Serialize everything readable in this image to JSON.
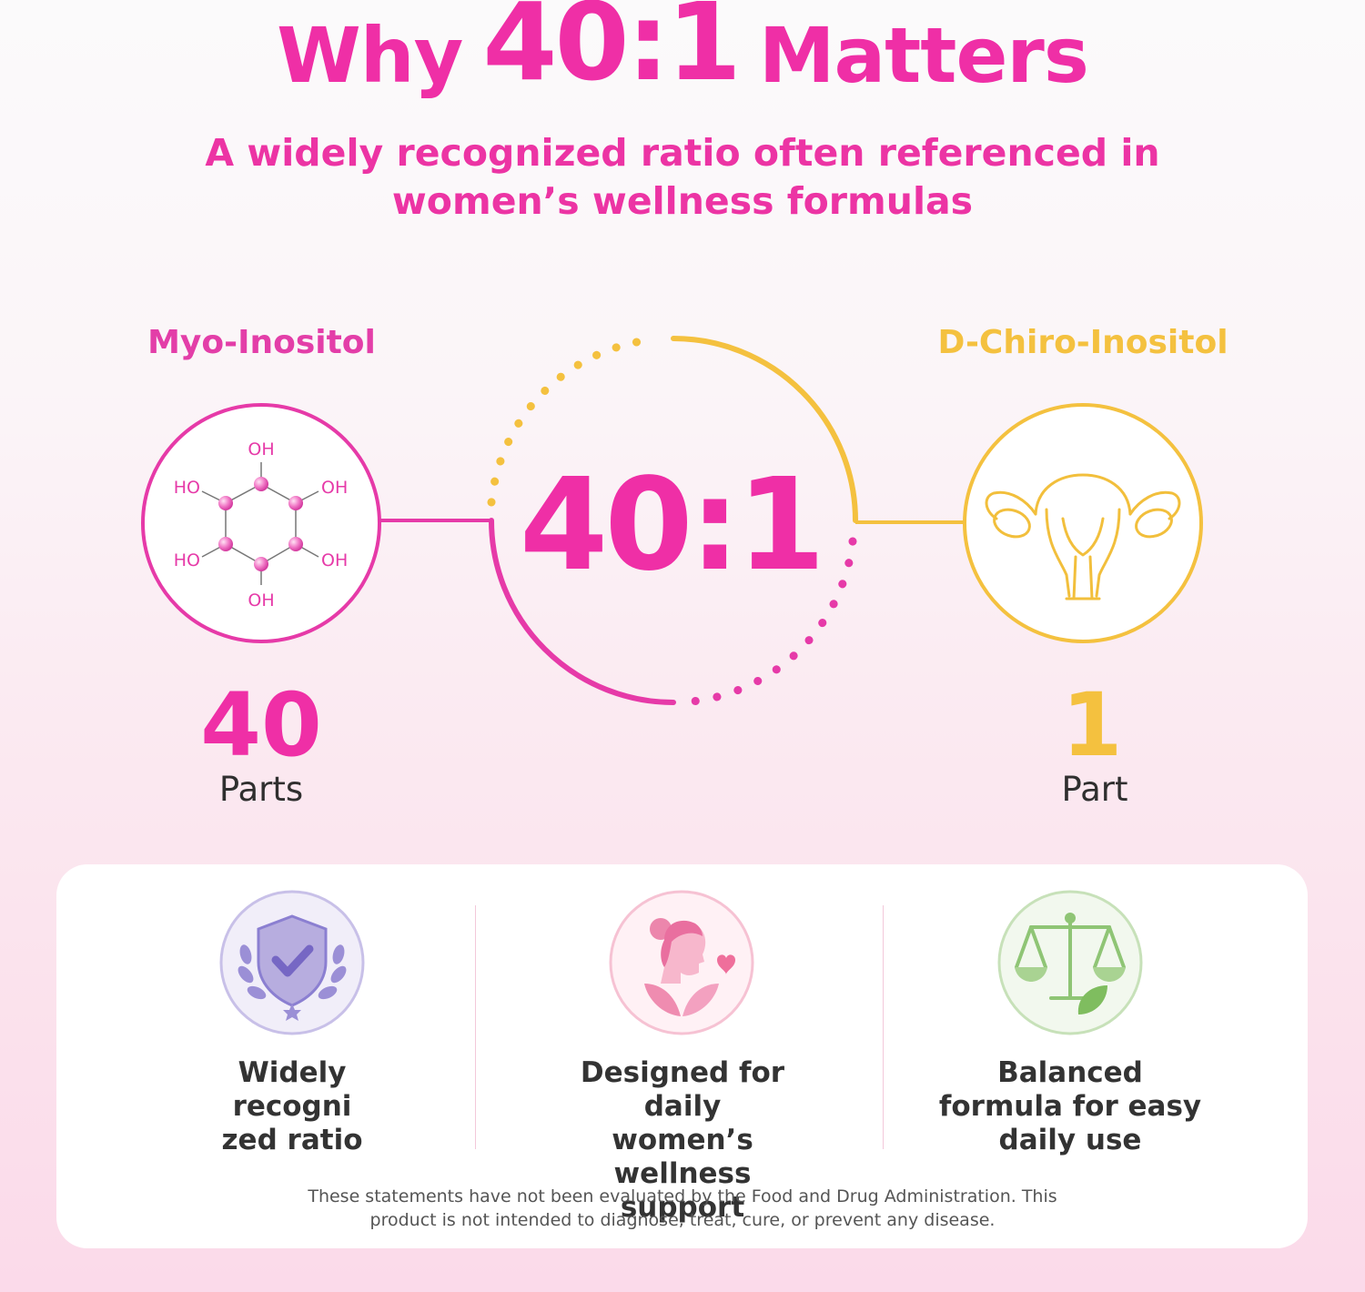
{
  "header": {
    "word_left": "Why",
    "ratio": "40:1",
    "word_right": "Matters",
    "subtitle_line1": "A widely recognized ratio often referenced in",
    "subtitle_line2": "women’s wellness formulas"
  },
  "ingredients": {
    "left": {
      "name": "Myo-Inositol",
      "amount": "40",
      "unit": "Parts"
    },
    "right": {
      "name": "D-Chiro-Inositol",
      "amount": "1",
      "unit": "Part"
    }
  },
  "molecule": {
    "groups": [
      "OH",
      "OH",
      "OH",
      "OH",
      "HO",
      "HO"
    ]
  },
  "center_ratio": "40:1",
  "features": [
    {
      "line1": "Widely",
      "line2": "recogni",
      "line3": "zed ratio",
      "icon": "shield-check-laurel-icon"
    },
    {
      "line1": "Designed for daily",
      "line2": "women’s wellness",
      "line3": "support",
      "icon": "woman-profile-heart-icon"
    },
    {
      "line1": "Balanced",
      "line2": "formula for easy",
      "line3": "daily use",
      "icon": "balance-scale-leaf-icon"
    }
  ],
  "disclaimer": {
    "line1": "These statements have not been evaluated by the Food and Drug Administration. This",
    "line2": "product is not intended to diagnose, treat, cure, or prevent any disease."
  },
  "colors": {
    "pink": "#ef2fa6",
    "yellow": "#f4c13f",
    "purple": "#8b7fd1",
    "green": "#8fc575"
  }
}
